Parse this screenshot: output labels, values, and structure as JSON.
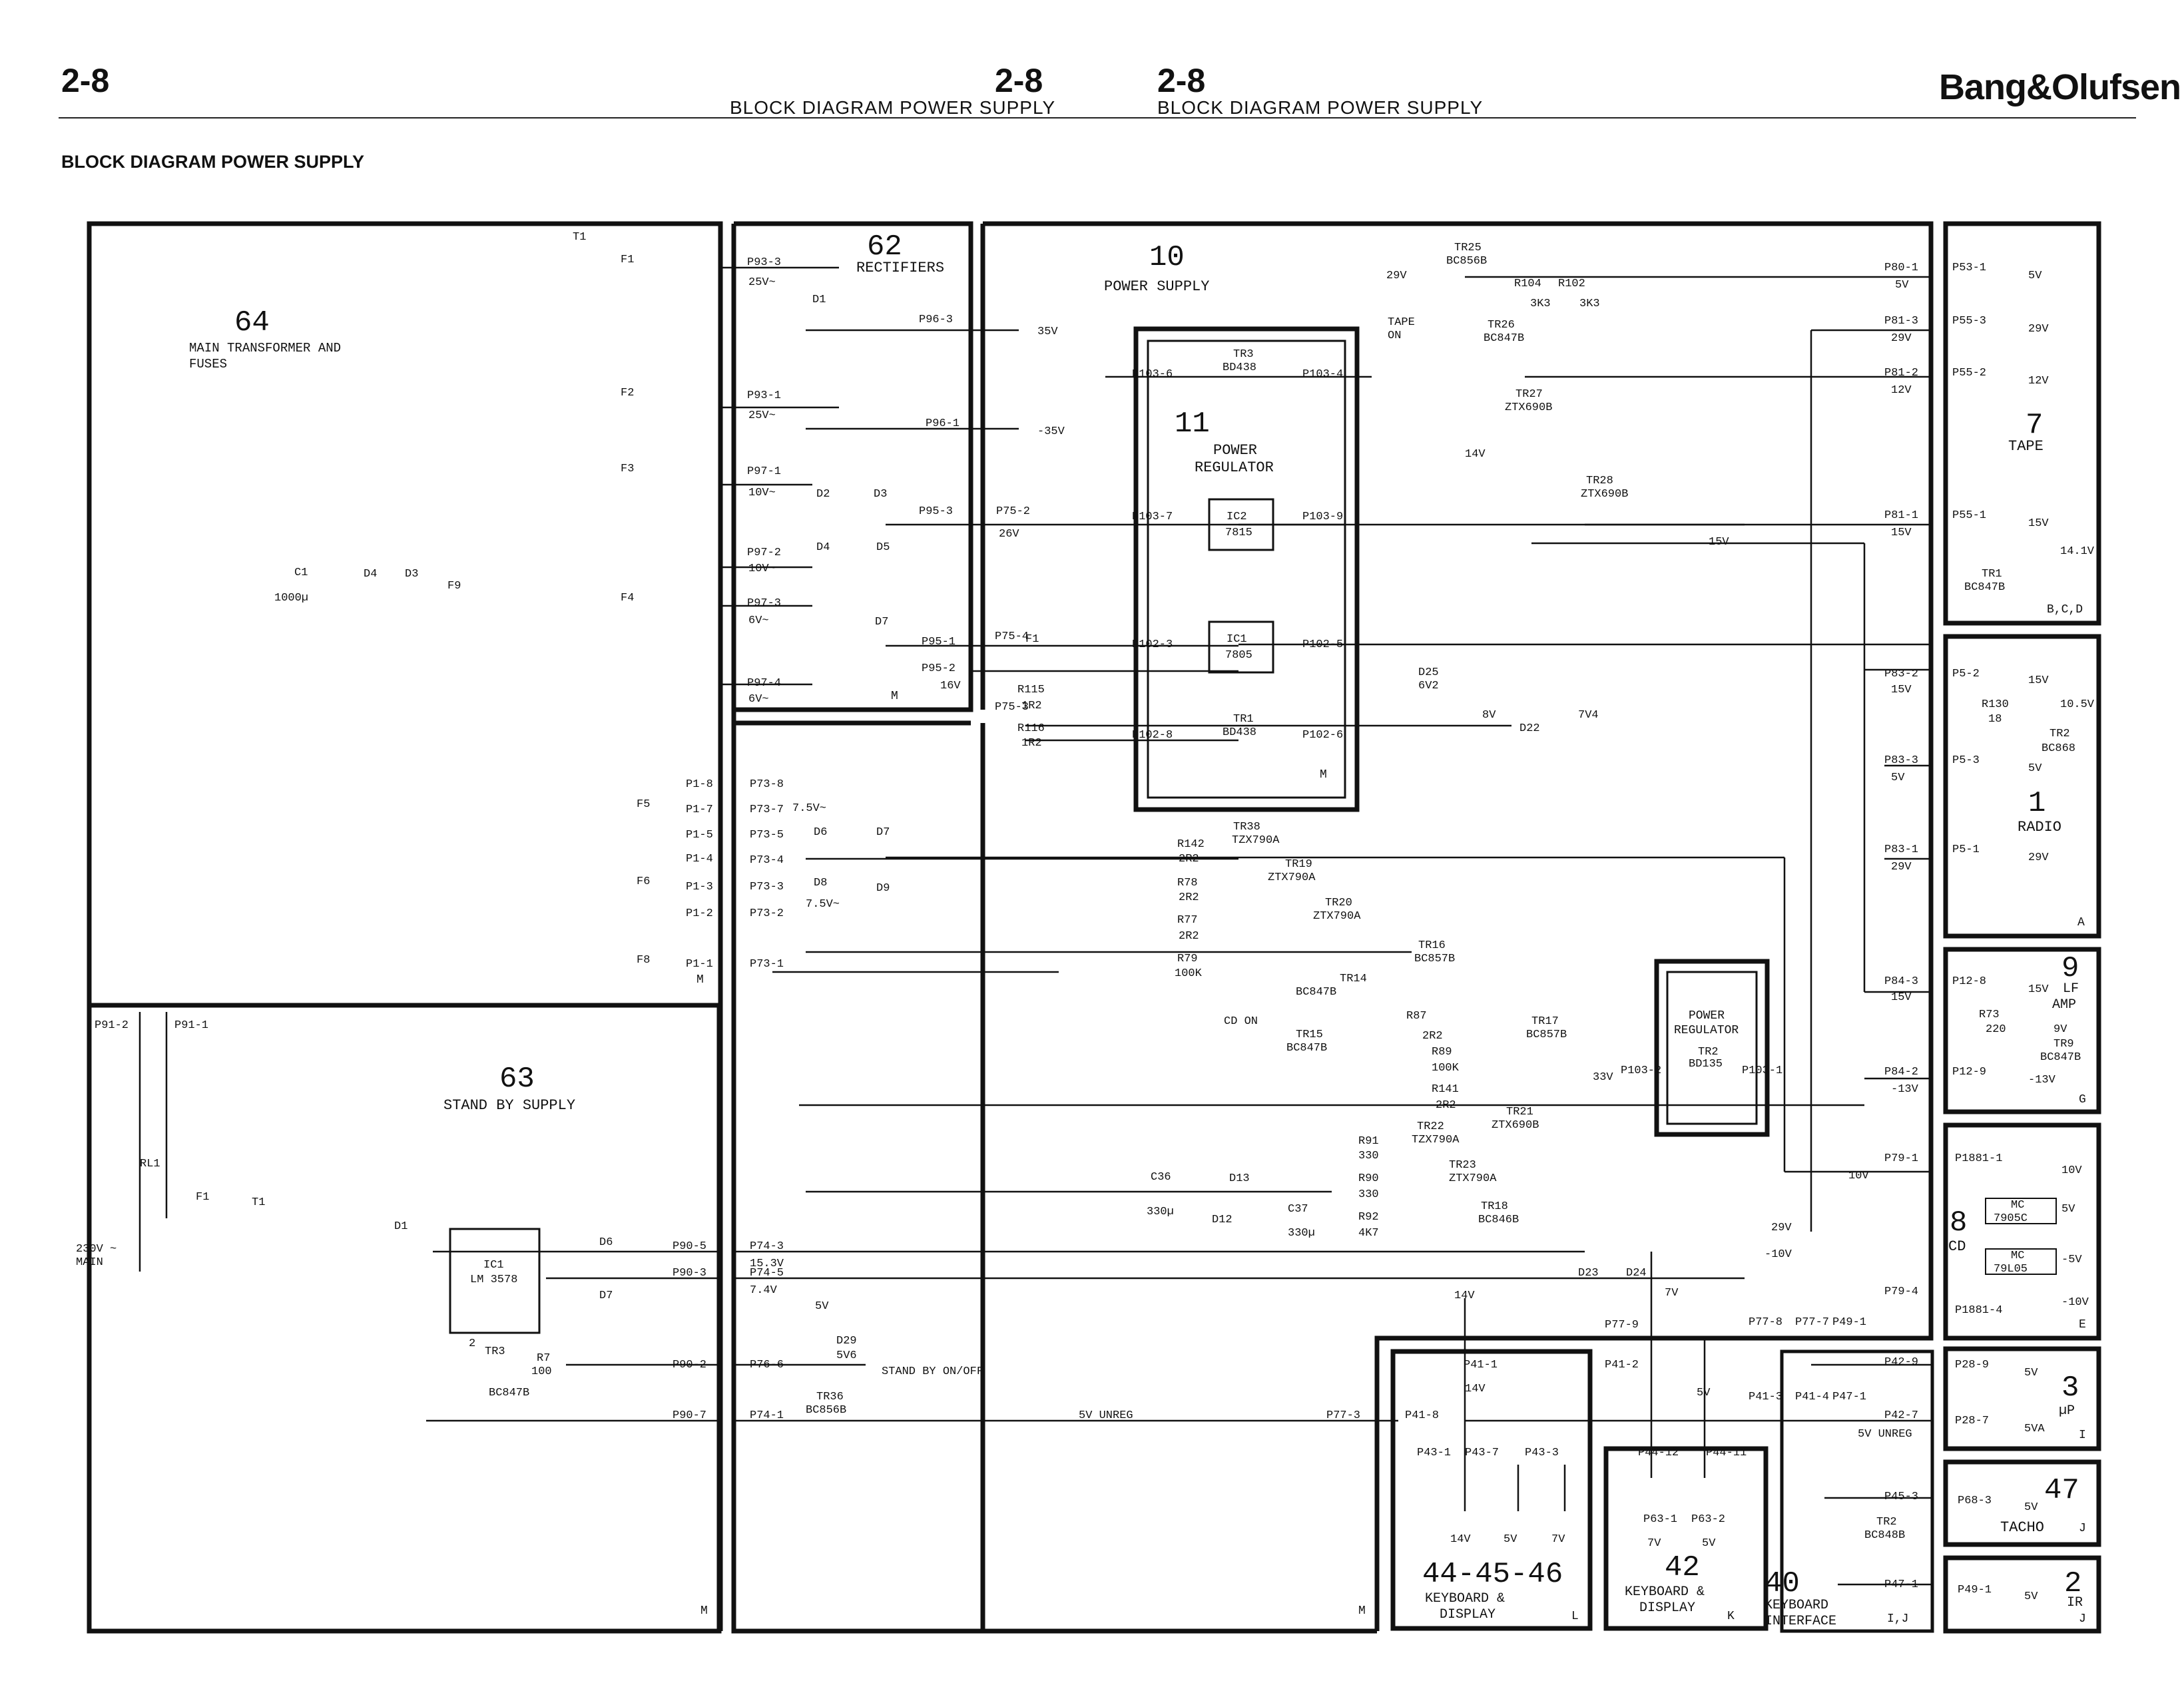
{
  "header": {
    "page_left": "2-8",
    "page_center_left": "2-8",
    "subtitle_left": "BLOCK DIAGRAM POWER SUPPLY",
    "page_center_right": "2-8",
    "subtitle_right": "BLOCK DIAGRAM POWER SUPPLY",
    "brand": "Bang&Olufsen",
    "section_title": "BLOCK DIAGRAM POWER SUPPLY"
  },
  "blocks": {
    "b64": {
      "number": "64",
      "line1": "MAIN TRANSFORMER AND",
      "line2": "FUSES"
    },
    "b62": {
      "number": "62",
      "name": "RECTIFIERS",
      "tag": "M"
    },
    "b10": {
      "number": "10",
      "name": "POWER SUPPLY",
      "tag": "M"
    },
    "b11": {
      "number": "11",
      "line1": "POWER",
      "line2": "REGULATOR",
      "tag": "M"
    },
    "b63": {
      "number": "63",
      "name": "STAND BY SUPPLY",
      "tag": "M"
    },
    "b7": {
      "number": "7",
      "name": "TAPE",
      "tag": "B,C,D"
    },
    "b1": {
      "number": "1",
      "name": "RADIO",
      "tag": "A"
    },
    "b9": {
      "number": "9",
      "line1": "LF",
      "line2": "AMP",
      "tag": "G"
    },
    "b8": {
      "number": "8",
      "name": "CD",
      "tag": "E"
    },
    "b3": {
      "number": "3",
      "name": "µP",
      "tag": "I"
    },
    "b47": {
      "number": "47",
      "name": "TACHO",
      "tag": "J"
    },
    "b2": {
      "number": "2",
      "name": "IR",
      "tag": "J"
    },
    "b40": {
      "number": "40",
      "line1": "KEYBOARD",
      "line2": "INTERFACE",
      "tag": "I,J"
    },
    "b42": {
      "number": "42",
      "line1": "KEYBOARD &",
      "line2": "DISPLAY",
      "tag": "K"
    },
    "b444546": {
      "number": "44-45-46",
      "line1": "KEYBOARD &",
      "line2": "DISPLAY",
      "tag": "L"
    },
    "pr11b": {
      "line1": "POWER",
      "line2": "REGULATOR"
    },
    "misc_tags": {
      "m1": "M",
      "m2": "M"
    }
  },
  "ics": {
    "ic2": {
      "name": "IC2",
      "part": "7815"
    },
    "ic1": {
      "name": "IC1",
      "part": "7805"
    },
    "ic1sb": {
      "name": "IC1",
      "part": "LM 3578"
    },
    "mc1": {
      "name": "MC",
      "part": "7905C"
    },
    "mc2": {
      "name": "MC",
      "part": "79L05"
    }
  },
  "labels": {
    "t1": "T1",
    "f1": "F1",
    "f2": "F2",
    "f3": "F3",
    "f4": "F4",
    "f5": "F5",
    "f6": "F6",
    "f8": "F8",
    "f9": "F9",
    "c1": "C1",
    "c1v": "1000µ",
    "d4": "D4",
    "d3": "D3",
    "p93_3": "P93-3",
    "v25a": "25V~",
    "p93_1": "P93-1",
    "v25b": "25V~",
    "p97_1": "P97-1",
    "v10a": "10V~",
    "p97_2": "P97-2",
    "v10b": "10V~",
    "p97_3": "P97-3",
    "v6a": "6V~",
    "p97_4": "P97-4",
    "v6b": "6V~",
    "d1": "D1",
    "p96_3": "P96-3",
    "out35": "35V",
    "p96_1": "P96-1",
    "outm35": "-35V",
    "d2": "D2",
    "d3b": "D3",
    "d4b": "D4",
    "d5": "D5",
    "p95_3": "P95-3",
    "p75_2": "P75-2",
    "v26": "26V",
    "d7": "D7",
    "p95_1": "P95-1",
    "p75_4": "P75-4",
    "p95_2": "P95-2",
    "v16": "16V",
    "p75_3": "P75-3",
    "f1b": "F1",
    "r115": "R115",
    "r115v": "1R2",
    "r116": "R116",
    "r116v": "1R2",
    "p103_6": "P103-6",
    "p103_4": "P103-4",
    "tr3": "TR3",
    "tr3p": "BD438",
    "p103_7": "P103-7",
    "p103_9": "P103-9",
    "p102_3": "P102-3",
    "p102_5": "P102-5",
    "p102_8": "P102-8",
    "p102_6": "P102-6",
    "tr1": "TR1",
    "tr1p": "BD438",
    "d25": "D25",
    "d25v": "6V2",
    "v8": "8V",
    "d22": "D22",
    "v7v4": "7V4",
    "tr25": "TR25",
    "tr25p": "BC856B",
    "v29in": "29V",
    "tape": "TAPE",
    "on": "ON",
    "tr26": "TR26",
    "tr26p": "BC847B",
    "r104": "R104",
    "r104v": "3K3",
    "r102": "R102",
    "r102v": "3K3",
    "tr27": "TR27",
    "tr27p": "ZTX690B",
    "v14": "14V",
    "tr28": "TR28",
    "tr28p": "ZTX690B",
    "v15mid": "15V",
    "p80_1": "P80-1",
    "v5a": "5V",
    "p53_1": "P53-1",
    "o5a": "5V",
    "p81_3": "P81-3",
    "v29a": "29V",
    "p55_3": "P55-3",
    "o29a": "29V",
    "p81_2": "P81-2",
    "v12": "12V",
    "p55_2": "P55-2",
    "o12": "12V",
    "p81_1": "P81-1",
    "v15a": "15V",
    "p55_1": "P55-1",
    "o15a": "15V",
    "trtape": "TR1",
    "trtapep": "BC847B",
    "o14v1": "14.1V",
    "p83_2": "P83-2",
    "v15b": "15V",
    "p5_2": "P5-2",
    "o15b": "15V",
    "r130": "R130",
    "r130v": "18",
    "o105": "10.5V",
    "tr2r": "TR2",
    "tr2rp": "BC868",
    "p83_3": "P83-3",
    "v5b": "5V",
    "p5_3": "P5-3",
    "o5b": "5V",
    "p83_1": "P83-1",
    "v29b": "29V",
    "p5_1": "P5-1",
    "o29b": "29V",
    "p84_3": "P84-3",
    "v15c": "15V",
    "p12_8": "P12-8",
    "o15c": "15V",
    "r73": "R73",
    "r73v": "220",
    "o9v": "9V",
    "tr9": "TR9",
    "tr9p": "BC847B",
    "p84_2": "P84-2",
    "vm13": "-13V",
    "p12_9": "P12-9",
    "om13": "-13V",
    "v33": "33V",
    "p103_2": "P103-2",
    "tr2b": "TR2",
    "tr2bp": "BD135",
    "p103_1": "P103-1",
    "p79_1": "P79-1",
    "v10": "10V",
    "p1881_1": "P1881-1",
    "o10": "10V",
    "o5cd": "5V",
    "om5": "-5V",
    "p79_4": "P79-4",
    "p1881_4": "P1881-4",
    "om10": "-10V",
    "vm10": "-10V",
    "v29c": "29V",
    "p1_8": "P1-8",
    "p73_8": "P73-8",
    "p1_7": "P1-7",
    "p73_7": "P73-7",
    "v75a": "7.5V~",
    "p1_5": "P1-5",
    "p73_5": "P73-5",
    "p1_4": "P1-4",
    "p73_4": "P73-4",
    "p1_3": "P1-3",
    "p73_3": "P73-3",
    "p1_2": "P1-2",
    "p73_2": "P73-2",
    "v75b": "7.5V~",
    "p1_1": "P1-1",
    "p73_1": "P73-1",
    "d6": "D6",
    "d7b": "D7",
    "d8": "D8",
    "d9": "D9",
    "r142": "R142",
    "r142v": "2R2",
    "r78": "R78",
    "r78v": "2R2",
    "r77": "R77",
    "r77v": "2R2",
    "r79": "R79",
    "r79v": "100K",
    "tr38": "TR38",
    "tr38p": "TZX790A",
    "tr19": "TR19",
    "tr19p": "ZTX790A",
    "tr20": "TR20",
    "tr20p": "ZTX790A",
    "tr14": "TR14",
    "tr14p": "BC847B",
    "tr16": "TR16",
    "tr16p": "BC857B",
    "r87": "R87",
    "r87v": "2R2",
    "cdon": "CD ON",
    "tr15": "TR15",
    "tr15p": "BC847B",
    "r89": "R89",
    "r89v": "100K",
    "tr17": "TR17",
    "tr17p": "BC857B",
    "r141": "R141",
    "r141v": "2R2",
    "tr21": "TR21",
    "tr21p": "ZTX690B",
    "r91": "R91",
    "r91v": "330",
    "tr22": "TR22",
    "tr22p": "TZX790A",
    "r90": "R90",
    "r90v": "330",
    "tr23": "TR23",
    "tr23p": "ZTX790A",
    "r92": "R92",
    "r92v": "4K7",
    "tr18": "TR18",
    "tr18p": "BC846B",
    "c36": "C36",
    "c36v": "330µ",
    "d13": "D13",
    "d12": "D12",
    "c37": "C37",
    "c37v": "330µ",
    "p91_2": "P91-2",
    "p91_1": "P91-1",
    "rl1": "RL1",
    "f1sb": "F1",
    "t1sb": "T1",
    "main": "230V ~",
    "main2": "MAIN",
    "d1sb": "D1",
    "d6sb": "D6",
    "d7sb": "D7",
    "p90_5": "P90-5",
    "p74_3": "P74-3",
    "v153": "15.3V",
    "p90_3": "P90-3",
    "p74_5": "P74-5",
    "v74": "7.4V",
    "n2": "2",
    "tr3sb": "TR3",
    "tr3sbp": "BC847B",
    "r7": "R7",
    "r7v": "100",
    "p90_2": "P90-2",
    "p76_6": "P76-6",
    "standby": "STAND BY ON/OFF",
    "v5sb": "5V",
    "d29": "D29",
    "d29v": "5V6",
    "p90_7": "P90-7",
    "p74_1": "P74-1",
    "tr36": "TR36",
    "tr36p": "BC856B",
    "v5unreg": "5V UNREG",
    "d23": "D23",
    "d24": "D24",
    "v7": "7V",
    "v14b": "14V",
    "p77_9": "P77-9",
    "p41_1": "P41-1",
    "p41_2": "P41-2",
    "v14c": "14V",
    "p77_8": "P77-8",
    "p77_7": "P77-7",
    "p49_1": "P49-1",
    "p41_3": "P41-3",
    "p41_4": "P41-4",
    "p47_1": "P47-1",
    "p42_9": "P42-9",
    "p28_9": "P28-9",
    "o5up": "5V",
    "v5k": "5V",
    "p77_3": "P77-3",
    "p41_8": "P41-8",
    "p42_7": "P42-7",
    "v5unreg2": "5V UNREG",
    "p28_7": "P28-7",
    "o5va": "5VA",
    "p43_1": "P43-1",
    "p43_7": "P43-7",
    "p43_3": "P43-3",
    "p44_12": "P44-12",
    "p44_11": "P44-11",
    "o14": "14V",
    "o5k": "5V",
    "o7k": "7V",
    "p63_1": "P63-1",
    "p63_2": "P63-2",
    "o7k2": "7V",
    "o5k2": "5V",
    "p45_3": "P45-3",
    "p68_3": "P68-3",
    "o5t": "5V",
    "tr2t": "TR2",
    "tr2tp": "BC848B",
    "p47_1b": "P47-1",
    "p49_1b": "P49-1",
    "o5ir": "5V"
  }
}
